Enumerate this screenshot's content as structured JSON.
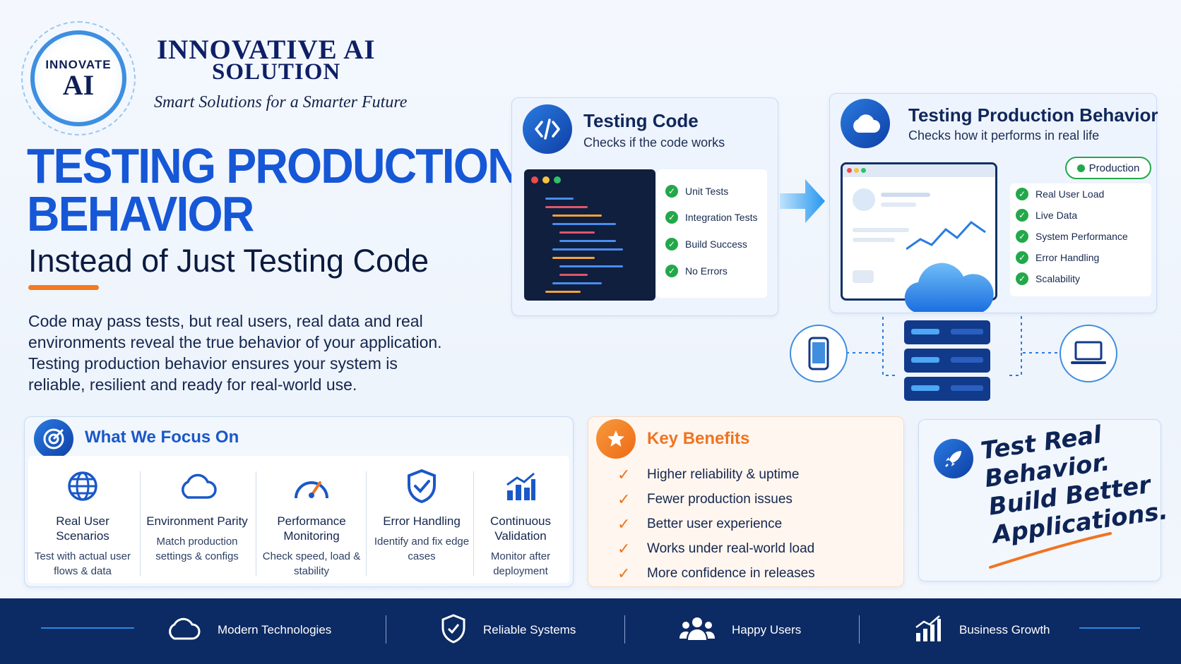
{
  "brand": {
    "logo_line1": "INNOVATE",
    "logo_line2": "AI",
    "name_line1": "INNOVATIVE AI",
    "name_line2": "SOLUTION",
    "tagline": "Smart Solutions for a Smarter Future"
  },
  "headline": {
    "line1": "TESTING PRODUCTION",
    "line2": "BEHAVIOR",
    "line3": "Instead of Just Testing Code",
    "intro": "Code may pass tests, but real users, real data and real environments reveal the true behavior of your application. Testing production behavior ensures your system is reliable, resilient and ready for real-world use."
  },
  "testing_code": {
    "title": "Testing Code",
    "subtitle": "Checks if the code works",
    "checks": [
      "Unit Tests",
      "Integration Tests",
      "Build Success",
      "No Errors"
    ]
  },
  "testing_production": {
    "title": "Testing Production Behavior",
    "subtitle": "Checks how it performs in real life",
    "badge": "Production",
    "checks": [
      "Real User Load",
      "Live Data",
      "System Performance",
      "Error Handling",
      "Scalability"
    ]
  },
  "focus": {
    "title": "What We Focus On",
    "items": [
      {
        "icon": "globe-icon",
        "title": "Real User Scenarios",
        "desc": "Test with actual user flows & data"
      },
      {
        "icon": "cloud-icon",
        "title": "Environment Parity",
        "desc": "Match production settings & configs"
      },
      {
        "icon": "speedometer-icon",
        "title": "Performance Monitoring",
        "desc": "Check speed, load & stability"
      },
      {
        "icon": "shield-check-icon",
        "title": "Error Handling",
        "desc": "Identify and fix edge cases"
      },
      {
        "icon": "bar-chart-icon",
        "title": "Continuous Validation",
        "desc": "Monitor after deployment"
      }
    ]
  },
  "benefits": {
    "title": "Key Benefits",
    "items": [
      "Higher reliability & uptime",
      "Fewer production issues",
      "Better user experience",
      "Works under real-world load",
      "More confidence in releases"
    ]
  },
  "slogan": {
    "line1": "Test Real",
    "line2": "Behavior.",
    "line3": "Build Better",
    "line4": "Applications."
  },
  "footer": {
    "items": [
      "Modern Technologies",
      "Reliable Systems",
      "Happy Users",
      "Business Growth"
    ]
  },
  "colors": {
    "primary_blue": "#1557d6",
    "navy": "#0c2a63",
    "accent_orange": "#f07421",
    "success_green": "#22a84b"
  }
}
